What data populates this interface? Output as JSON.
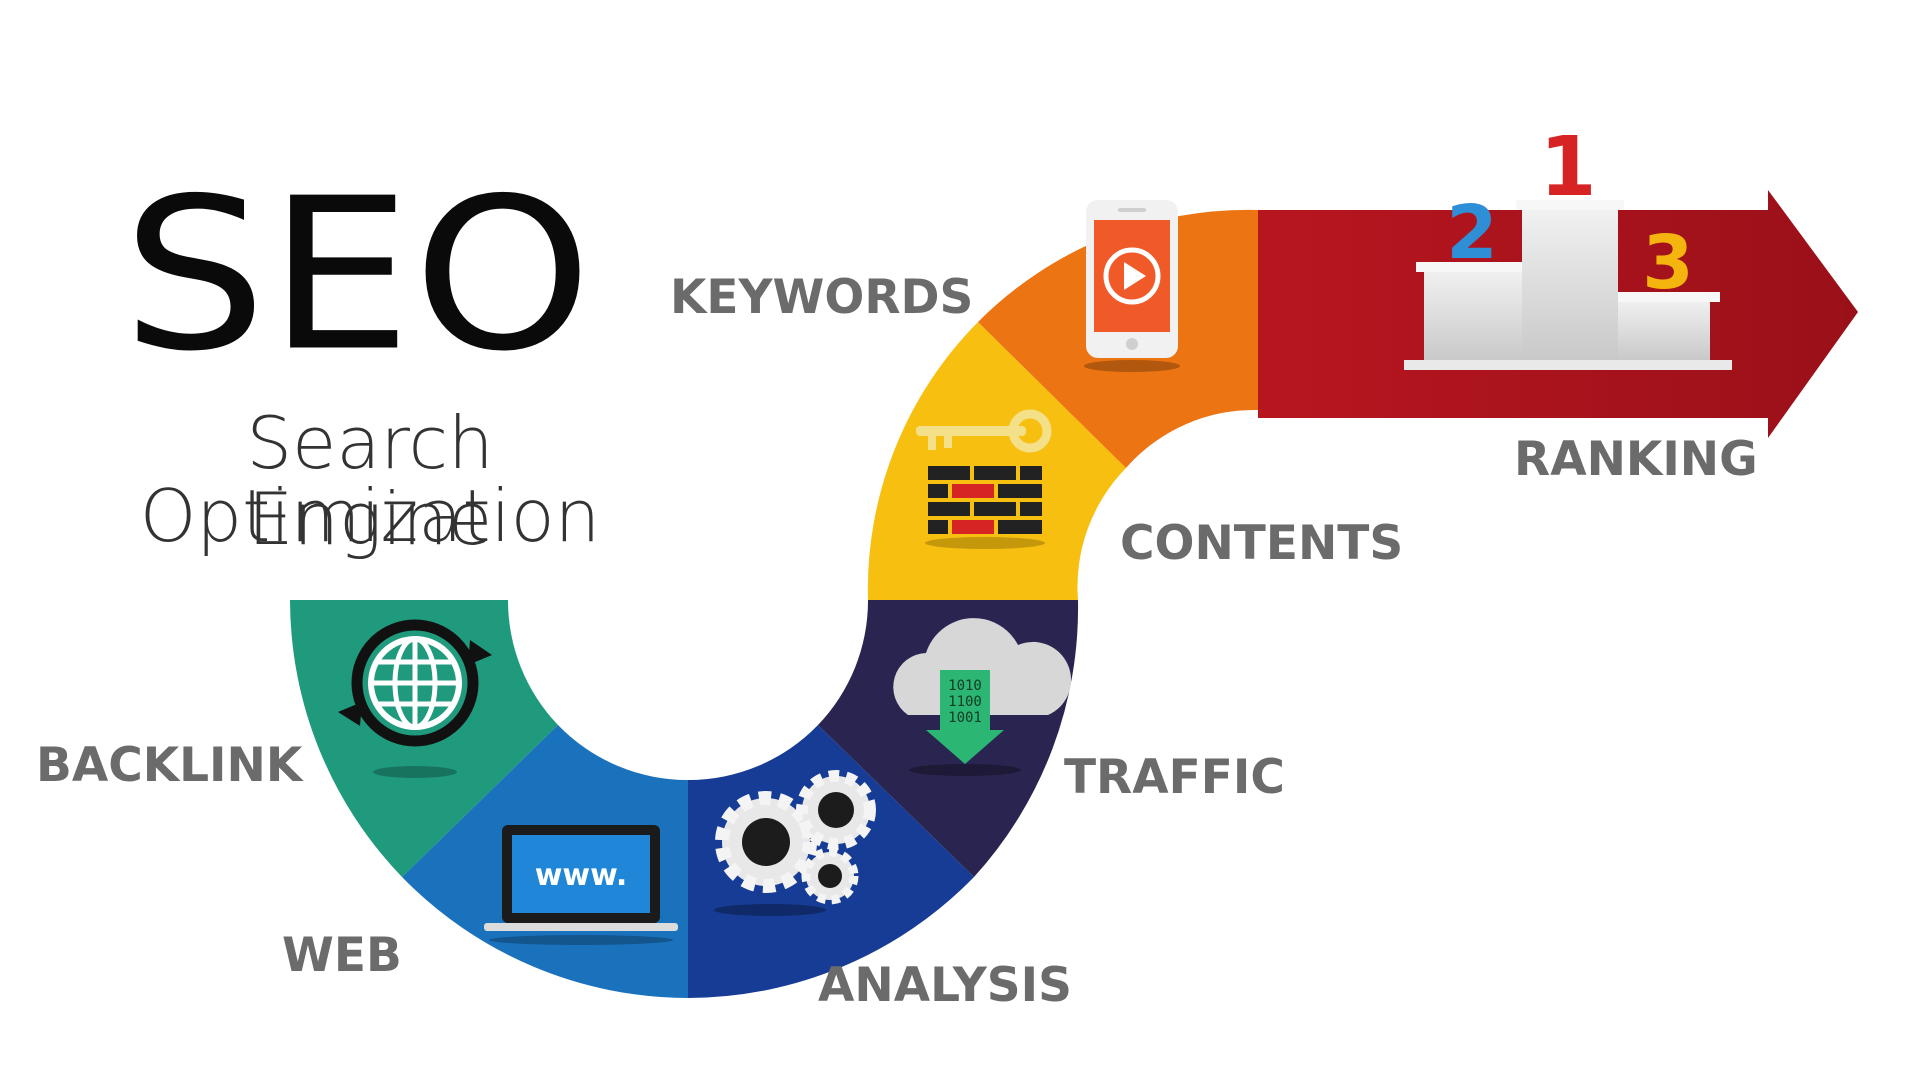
{
  "title": {
    "acronym": "SEO",
    "line1": "Search Engine",
    "line2": "Optimization"
  },
  "stages": [
    {
      "label": "BACKLINK",
      "color": "#1f9a7c",
      "icon": "globe-refresh-icon"
    },
    {
      "label": "WEB",
      "color": "#1a72bd",
      "icon": "laptop-www-icon",
      "icon_text": "www."
    },
    {
      "label": "ANALYSIS",
      "color": "#173c95",
      "icon": "gears-icon"
    },
    {
      "label": "TRAFFIC",
      "color": "#2a2550",
      "icon": "cloud-download-icon",
      "icon_text": [
        "1010",
        "1100",
        "1001"
      ]
    },
    {
      "label": "CONTENTS",
      "color": "#f7bf10",
      "icon": "key-brick-wall-icon"
    },
    {
      "label": "KEYWORDS",
      "color": "#ec7413",
      "icon": "smartphone-play-icon"
    },
    {
      "label": "RANKING",
      "color": "#a8141c",
      "icon": "podium-icon",
      "podium_numbers": [
        "1",
        "2",
        "3"
      ]
    }
  ],
  "colors": {
    "podium_first": "#d62324",
    "podium_second": "#2f8fd6",
    "podium_third": "#f4b60e",
    "label_gray": "#6b6b6b"
  }
}
